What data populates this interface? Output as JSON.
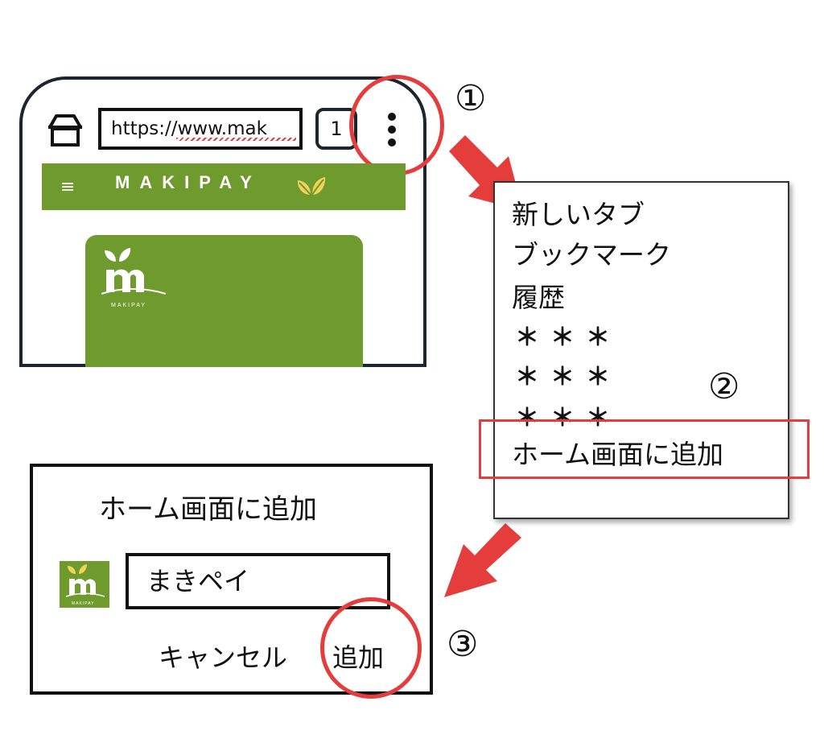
{
  "browser": {
    "url": "https://www.mak",
    "tab_count": "1"
  },
  "site": {
    "menu_symbol": "≡",
    "brand": "MAKIPAY",
    "logo_caption": "MAKIPAY"
  },
  "steps": [
    "①",
    "②",
    "③"
  ],
  "menu": {
    "items": [
      "新しいタブ",
      "ブックマーク",
      "履歴",
      "＊＊＊",
      "＊＊＊",
      "＊＊＊",
      "ホーム画面に追加"
    ]
  },
  "dialog": {
    "title": "ホーム画面に追加",
    "name_value": "まきペイ",
    "icon_caption": "MAKIPAY",
    "cancel_label": "キャンセル",
    "add_label": "追加"
  },
  "colors": {
    "brand_green": "#6f9a2e",
    "highlight_red": "#e53c3c",
    "frame": "#1c2630"
  }
}
